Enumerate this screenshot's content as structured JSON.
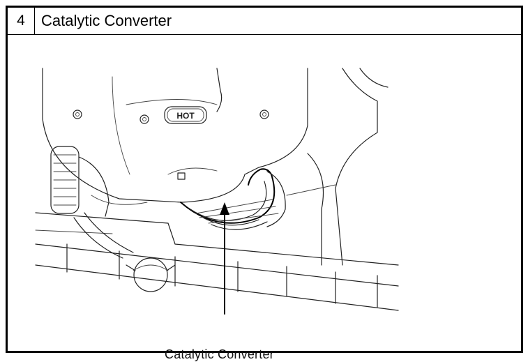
{
  "step": {
    "number": "4",
    "title": "Catalytic Converter"
  },
  "figure": {
    "badge_text": "HOT",
    "callout_label": "Catalytic Converter",
    "icons": [
      "engine-illustration",
      "up-arrow-callout"
    ]
  },
  "colors": {
    "line": "#222222",
    "border": "#000000",
    "background": "#ffffff"
  }
}
